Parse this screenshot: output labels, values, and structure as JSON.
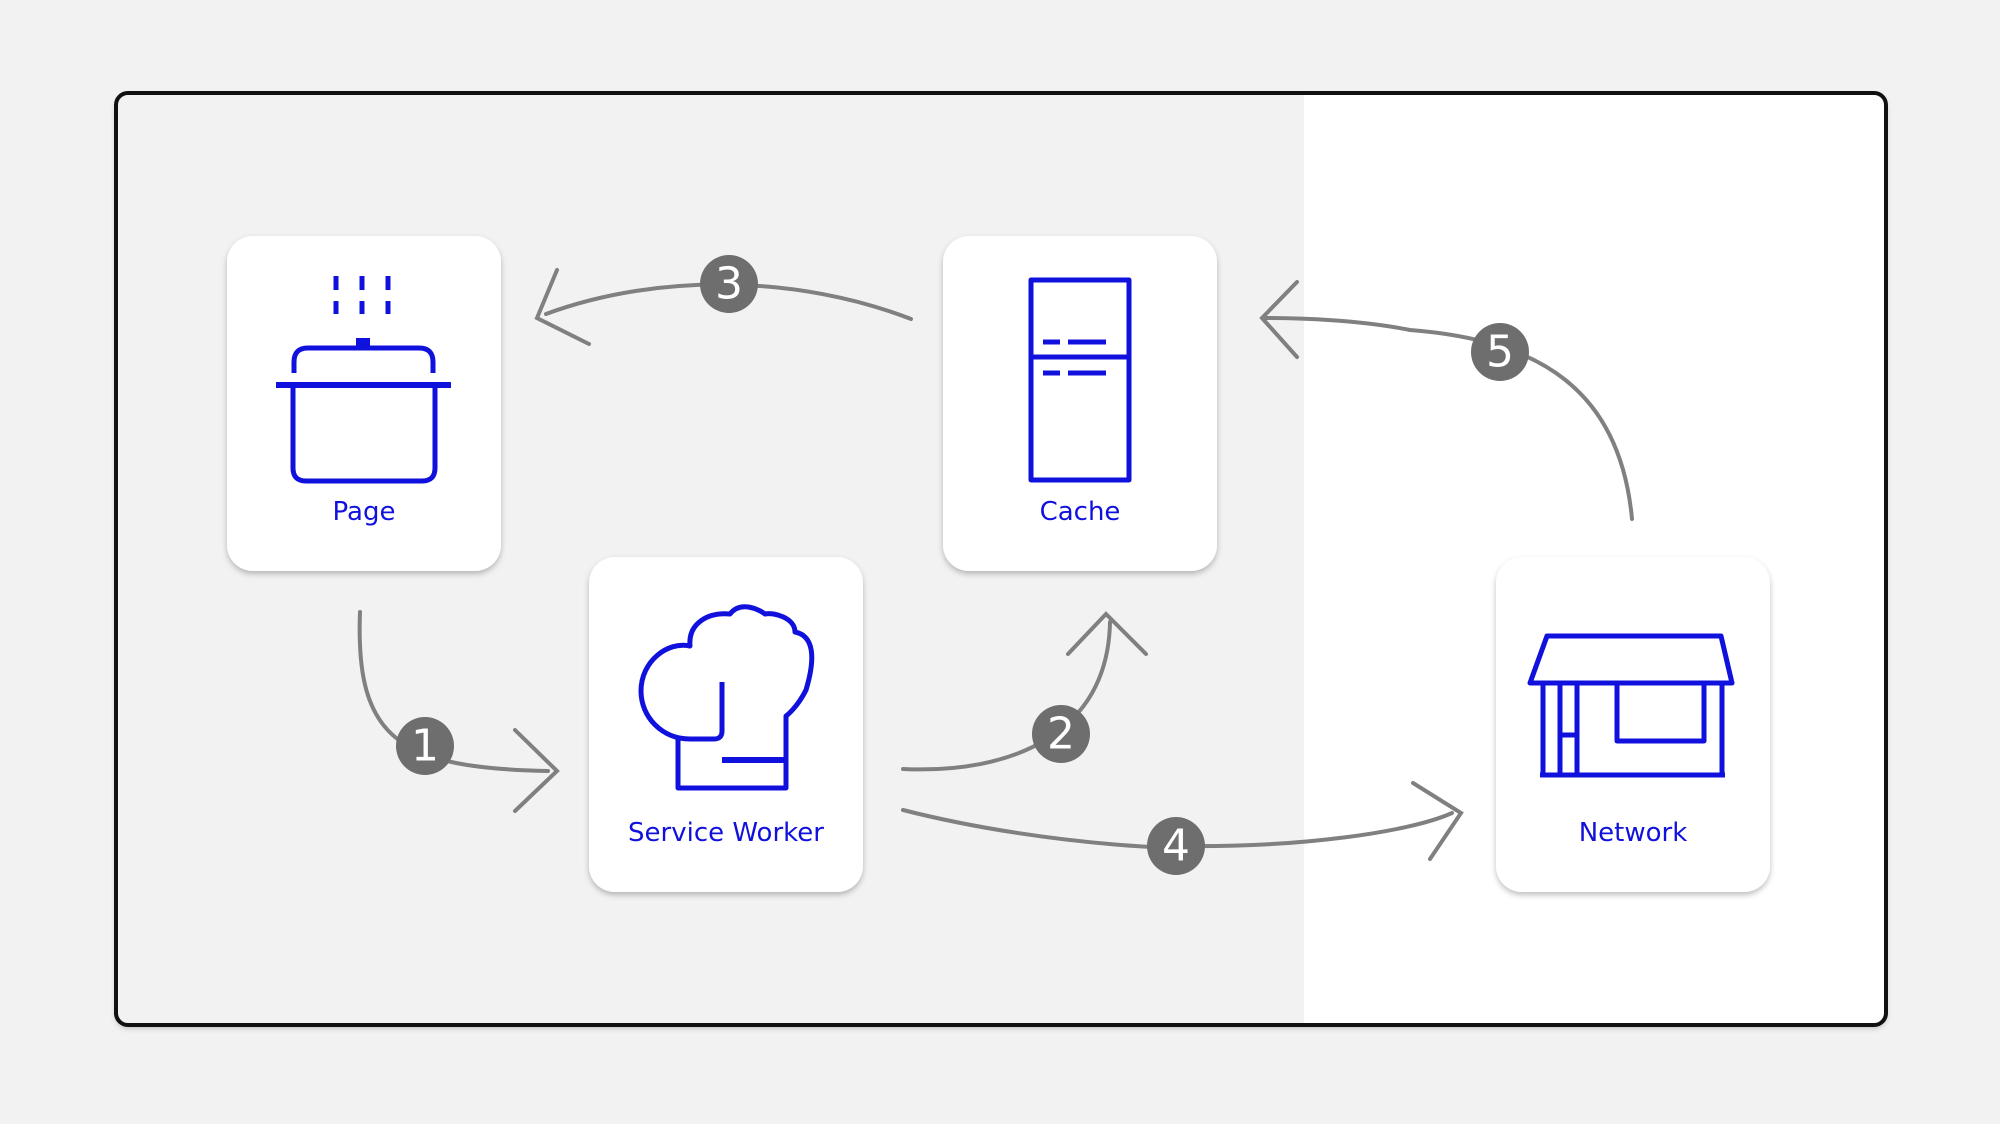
{
  "nodes": {
    "page": {
      "label": "Page",
      "icon": "cooking-pot-icon"
    },
    "cache": {
      "label": "Cache",
      "icon": "refrigerator-icon"
    },
    "service_worker": {
      "label": "Service Worker",
      "icon": "chef-hat-icon"
    },
    "network": {
      "label": "Network",
      "icon": "market-stall-icon"
    }
  },
  "steps": [
    {
      "number": "1",
      "from": "Page",
      "to": "Service Worker"
    },
    {
      "number": "2",
      "from": "Service Worker",
      "to": "Cache"
    },
    {
      "number": "3",
      "from": "Cache",
      "to": "Page"
    },
    {
      "number": "4",
      "from": "Service Worker",
      "to": "Network"
    },
    {
      "number": "5",
      "from": "Network",
      "to": "Cache"
    }
  ],
  "colors": {
    "accent": "#1111dd",
    "arrow": "#808080",
    "badge": "#6e6e6e",
    "background": "#f2f2f2",
    "network_zone": "#ffffff"
  }
}
